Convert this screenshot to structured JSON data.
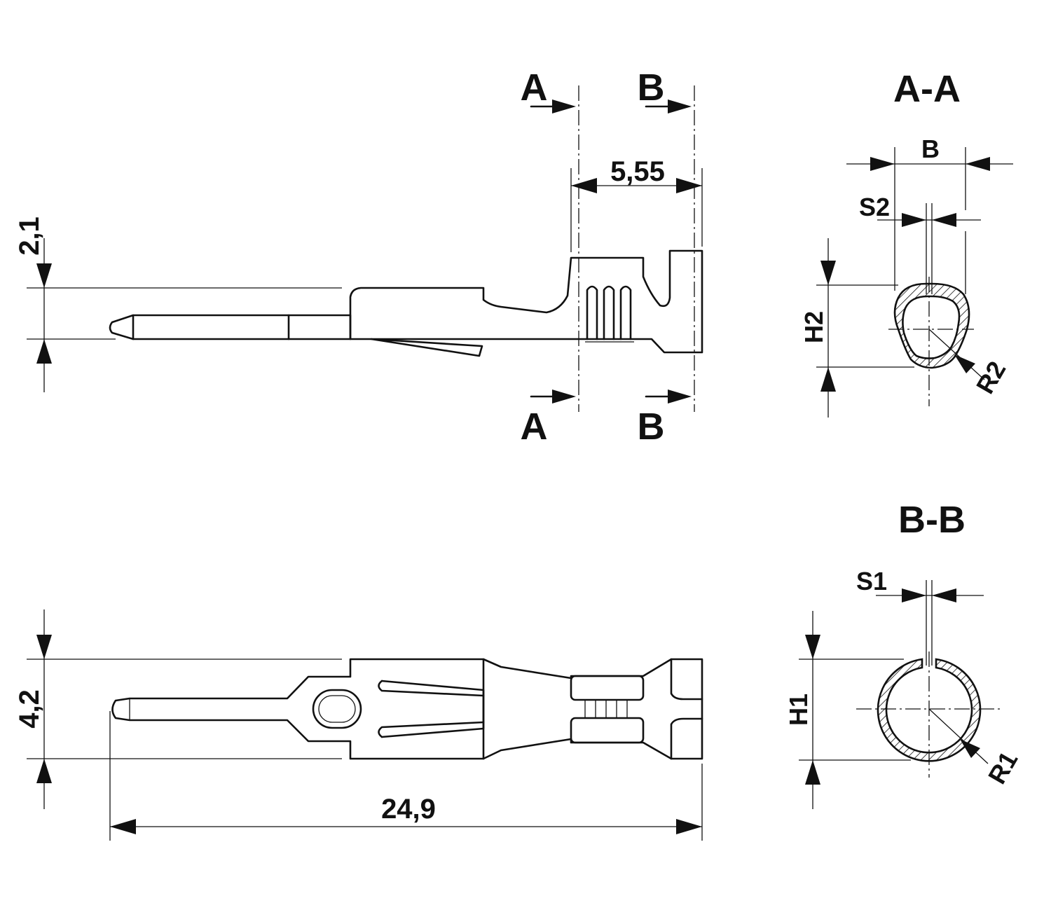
{
  "section_labels": {
    "a_top": "A",
    "b_top": "B",
    "a_bottom": "A",
    "b_bottom": "B"
  },
  "section_titles": {
    "aa": "A-A",
    "bb": "B-B"
  },
  "dimensions": {
    "crimp_length": "5,55",
    "pin_height": "2,1",
    "overall_width": "4,2",
    "overall_length": "24,9"
  },
  "section_aa": {
    "width": "B",
    "thickness": "S2",
    "height": "H2",
    "radius": "R2"
  },
  "section_bb": {
    "thickness": "S1",
    "height": "H1",
    "radius": "R1"
  }
}
